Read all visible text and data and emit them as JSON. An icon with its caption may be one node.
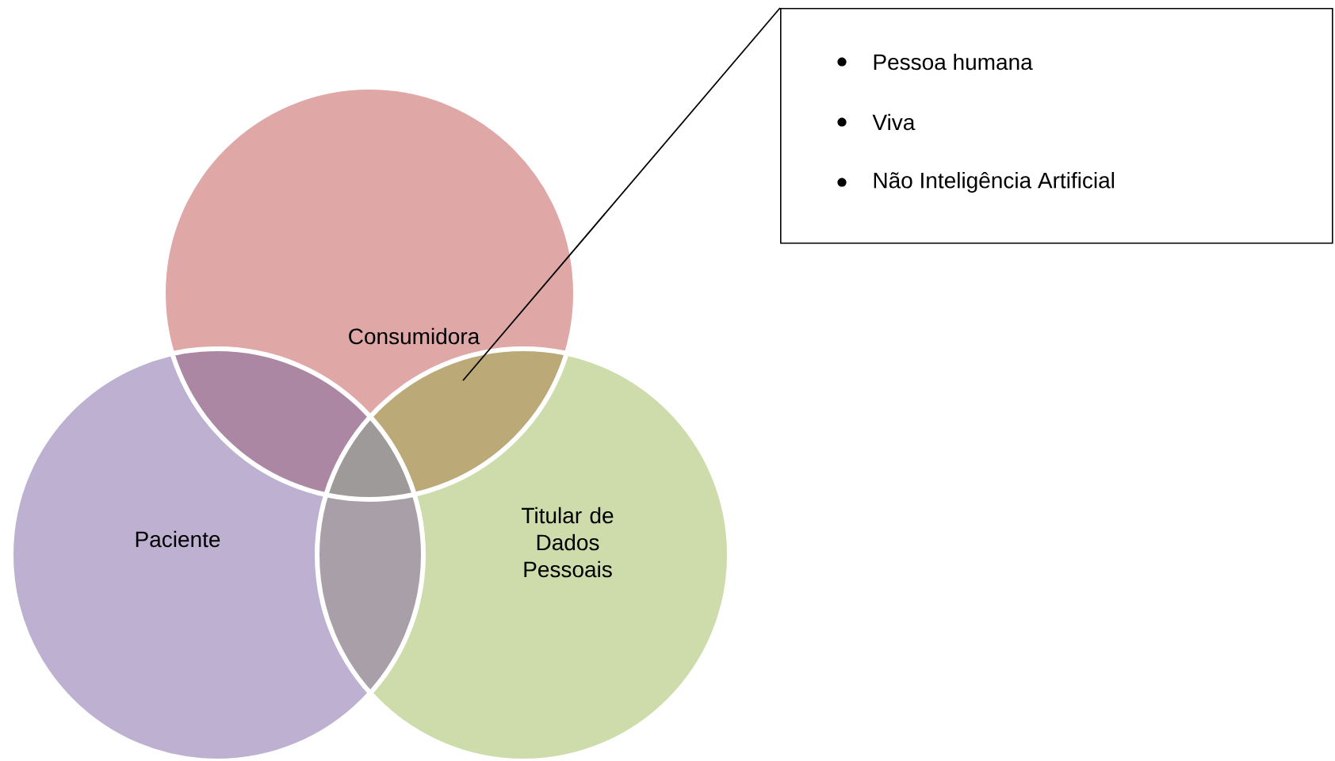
{
  "diagram": {
    "nodes": [
      {
        "text": [
          "Consumidora"
        ]
      },
      {
        "text": [
          "Paciente"
        ]
      },
      {
        "text": [
          "Titular de Dados Pessoais"
        ]
      },
      {
        "text": [
          "Pessoa humana",
          "Viva",
          "Não Inteligência Artificial"
        ]
      },
      {
        "text": [],
        "shape": "lens"
      }
    ],
    "edges": [
      {
        "from": 3,
        "to": 4,
        "arrow": "none"
      }
    ]
  }
}
